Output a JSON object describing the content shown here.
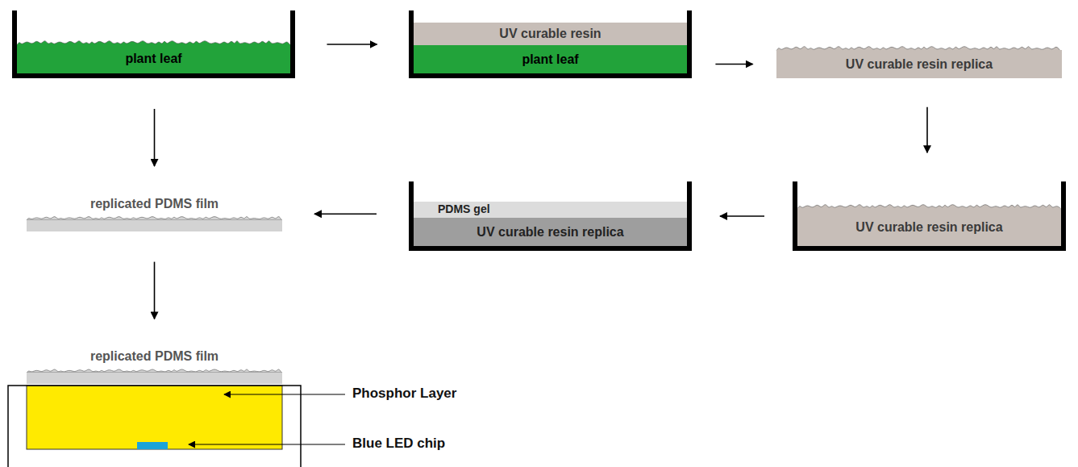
{
  "diagram": {
    "nodes": [
      {
        "text": [
          "plant leaf"
        ]
      },
      {
        "text": [
          "UV curable resin"
        ]
      },
      {
        "text": [
          "plant leaf"
        ]
      },
      {
        "text": [
          "UV curable resin replica"
        ]
      },
      {
        "text": [
          "UV curable resin replica"
        ]
      },
      {
        "text": [
          "PDMS gel"
        ]
      },
      {
        "text": [
          "UV curable resin replica"
        ]
      },
      {
        "text": [
          "replicated PDMS film"
        ]
      },
      {
        "text": [
          "replicated PDMS film"
        ]
      }
    ],
    "edges": [
      {
        "from": 0,
        "to": 1,
        "arrow": "to"
      },
      {
        "from": 1,
        "to": 3,
        "arrow": "to"
      },
      {
        "from": 3,
        "to": 4,
        "arrow": "to"
      },
      {
        "from": 4,
        "to": 5,
        "arrow": "to"
      },
      {
        "from": 5,
        "to": 7,
        "arrow": "to"
      },
      {
        "from": 0,
        "to": 7,
        "arrow": "to"
      },
      {
        "from": 7,
        "to": 8,
        "arrow": "to"
      }
    ],
    "labels": [
      "Phosphor Layer",
      "Blue LED chip"
    ]
  }
}
